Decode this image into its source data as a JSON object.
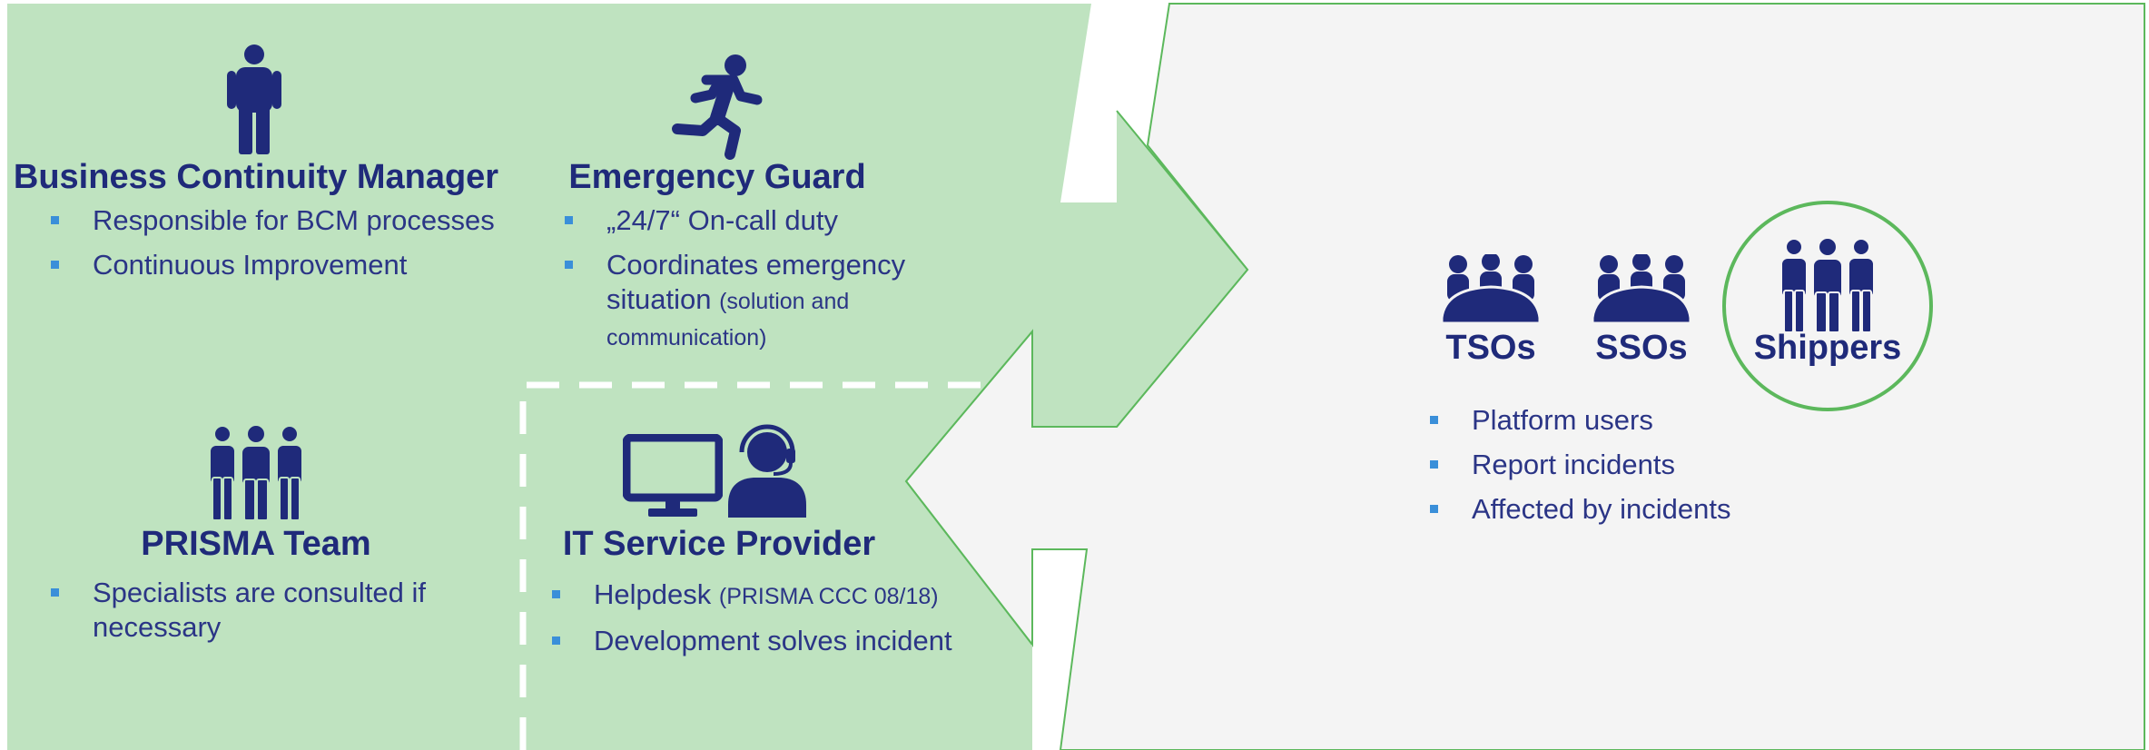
{
  "colors": {
    "navy": "#1f2a7a",
    "green_fill": "#bfe3c0",
    "green_line": "#5cb85c",
    "grey_fill": "#f4f4f4",
    "bullet": "#3a8fd9"
  },
  "roles": {
    "bcm": {
      "icon": "person-icon",
      "title": "Business Continuity Manager",
      "bullets": [
        "Responsible for BCM processes",
        "Continuous Improvement"
      ]
    },
    "emergency": {
      "icon": "running-person-icon",
      "title": "Emergency Guard",
      "bullet1": "„24/7“ On-call duty",
      "bullet2_main": "Coordinates emergency situation",
      "bullet2_note": "(solution and communication)"
    },
    "prisma": {
      "icon": "team-icon",
      "title": "PRISMA Team",
      "bullets": [
        "Specialists are consulted if necessary"
      ]
    },
    "itsp": {
      "icon": "monitor-and-headset-agent-icon",
      "title": "IT Service Provider",
      "bullet1_main": "Helpdesk",
      "bullet1_note": "(PRISMA CCC 08/18)",
      "bullet2": "Development solves incident"
    }
  },
  "users": {
    "groups": [
      {
        "icon": "meeting-group-icon",
        "label": "TSOs"
      },
      {
        "icon": "meeting-group-icon",
        "label": "SSOs"
      },
      {
        "icon": "team-icon",
        "label": "Shippers",
        "highlighted": true
      }
    ],
    "bullets": [
      "Platform users",
      "Report incidents",
      "Affected by incidents"
    ]
  }
}
